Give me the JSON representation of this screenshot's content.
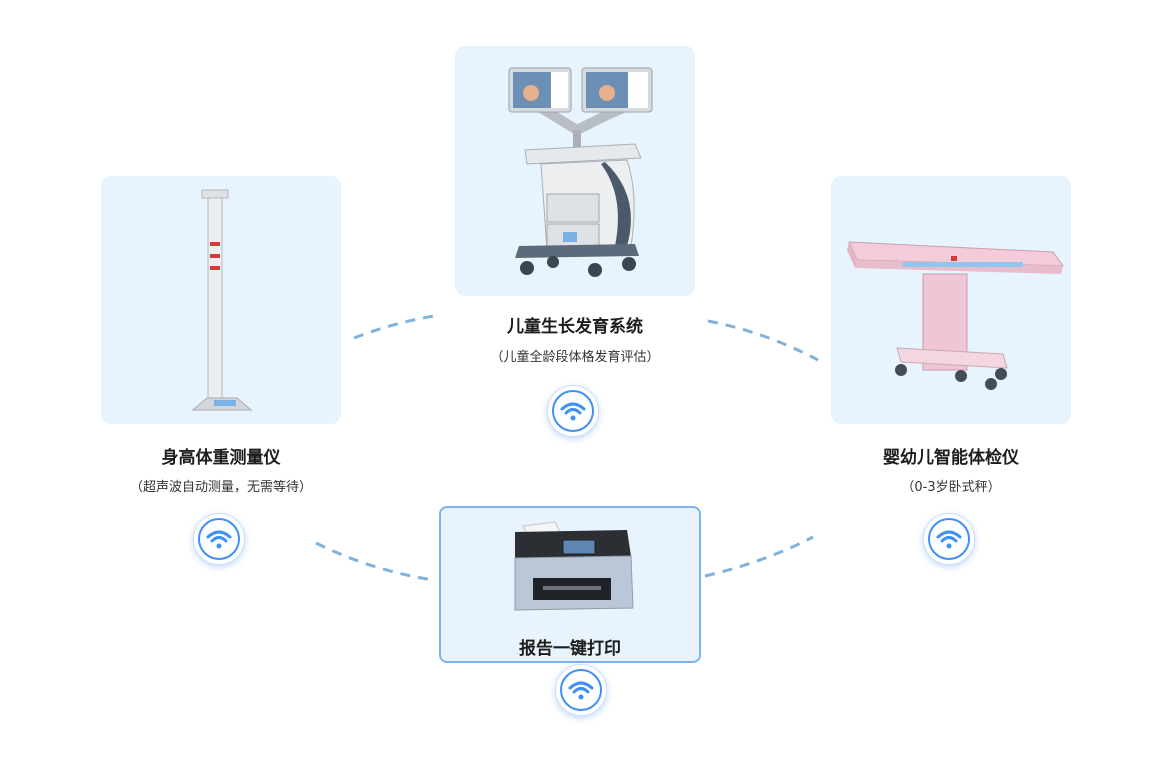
{
  "devices": {
    "center": {
      "title": "儿童生长发育系统",
      "subtitle": "（儿童全龄段体格发育评估）"
    },
    "left": {
      "title": "身高体重测量仪",
      "subtitle": "（超声波自动测量，无需等待）"
    },
    "right": {
      "title": "婴幼儿智能体检仪",
      "subtitle": "（0-3岁卧式秤）"
    },
    "printer": {
      "title": "报告一键打印"
    }
  },
  "colors": {
    "card_bg": "#e7f3fd",
    "accent": "#3f8ff6",
    "connector": "#7fb2dc",
    "printer_border": "#7db3ee"
  },
  "icons": {
    "status": "wifi-icon"
  }
}
